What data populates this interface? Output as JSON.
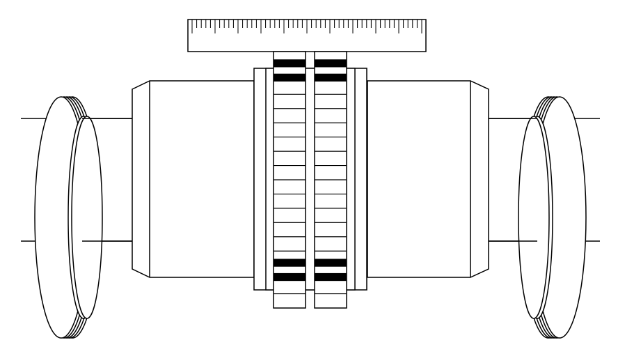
{
  "diagram": {
    "stroke_color": "#000000",
    "fill_color": "#ffffff",
    "band_color": "#000000",
    "ruler": {
      "major_ticks": 11,
      "minor_per_major": 5
    },
    "scales": [
      {
        "bands": [
          "dark",
          "dark",
          "light",
          "light",
          "light",
          "light",
          "light",
          "light",
          "light",
          "light",
          "light",
          "light",
          "light",
          "light",
          "dark",
          "dark",
          "light"
        ]
      },
      {
        "bands": [
          "dark",
          "dark",
          "light",
          "light",
          "light",
          "light",
          "light",
          "light",
          "light",
          "light",
          "light",
          "light",
          "light",
          "light",
          "dark",
          "dark",
          "light"
        ]
      }
    ]
  }
}
